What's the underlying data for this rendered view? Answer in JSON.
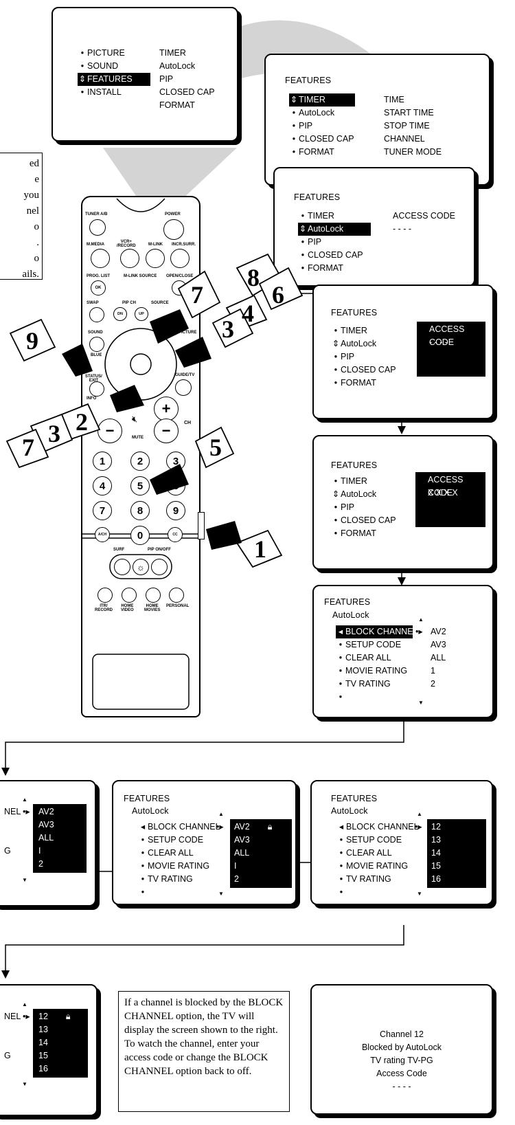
{
  "top_menu": {
    "left": [
      "PICTURE",
      "SOUND",
      "FEATURES",
      "INSTALL"
    ],
    "right": [
      "TIMER",
      "AutoLock",
      "PIP",
      "CLOSED CAP",
      "FORMAT"
    ]
  },
  "screen_timer": {
    "title": "FEATURES",
    "left": [
      "TIMER",
      "AutoLock",
      "PIP",
      "CLOSED CAP",
      "FORMAT"
    ],
    "right": [
      "TIME",
      "START TIME",
      "STOP TIME",
      "CHANNEL",
      "TUNER MODE"
    ]
  },
  "screen_autolock1": {
    "title": "FEATURES",
    "left": [
      "TIMER",
      "AutoLock",
      "PIP",
      "CLOSED CAP",
      "FORMAT"
    ],
    "code_label": "ACCESS CODE",
    "code_value": "- - - -"
  },
  "screen_code_entry": {
    "title": "FEATURES",
    "left": [
      "TIMER",
      "AutoLock",
      "PIP",
      "CLOSED CAP",
      "FORMAT"
    ],
    "code_label": "ACCESS CODE",
    "code_value": "- - - -"
  },
  "screen_code_done": {
    "title": "FEATURES",
    "left": [
      "TIMER",
      "AutoLock",
      "PIP",
      "CLOSED CAP",
      "FORMAT"
    ],
    "code_label": "ACCESS CODE",
    "code_value": "X X X X"
  },
  "screen_autolock_menu": {
    "title": "FEATURES",
    "subtitle": "AutoLock",
    "left": [
      "BLOCK CHANNEL",
      "SETUP CODE",
      "CLEAR ALL",
      "MOVIE RATING",
      "TV RATING"
    ],
    "right": [
      "AV2",
      "AV3",
      "ALL",
      "1",
      "2"
    ]
  },
  "screen_av_highlight": {
    "left_fragments": [
      "NEL",
      "G"
    ],
    "right": [
      "AV2",
      "AV3",
      "ALL",
      "I",
      "2"
    ]
  },
  "screen_av_locked": {
    "title": "FEATURES",
    "subtitle": "AutoLock",
    "left": [
      "BLOCK CHANNEL",
      "SETUP CODE",
      "CLEAR ALL",
      "MOVIE RATING",
      "TV RATING"
    ],
    "right": [
      "AV2",
      "AV3",
      "ALL",
      "I",
      "2"
    ]
  },
  "screen_ch12": {
    "title": "FEATURES",
    "subtitle": "AutoLock",
    "left": [
      "BLOCK CHANNEL",
      "SETUP CODE",
      "CLEAR ALL",
      "MOVIE RATING",
      "TV RATING"
    ],
    "right": [
      "12",
      "13",
      "14",
      "15",
      "16"
    ]
  },
  "screen_ch12_locked": {
    "left_fragments": [
      "NEL",
      "G"
    ],
    "right": [
      "12",
      "13",
      "14",
      "15",
      "16"
    ]
  },
  "left_note_fragments": [
    "ed",
    "e",
    "you",
    "nel",
    "o",
    ".",
    "o",
    "ails."
  ],
  "note_text": "If a channel is blocked by the BLOCK CHANNEL option, the TV will display the screen shown to the right. To watch the channel, enter your access code or change the BLOCK CHANNEL option back to off.",
  "blocked_screen": {
    "line1": "Channel 12",
    "line2": "Blocked by AutoLock",
    "line3": "TV rating TV-PG",
    "line4": "Access Code",
    "line5": "- - - -"
  },
  "remote": {
    "labels": {
      "tuner": "TUNER A/B",
      "power": "POWER",
      "mmedia": "M.MEDIA",
      "vcr": "VCR+\n/RECORD",
      "mlink": "M-LINK",
      "incr": "INCR.SURR.",
      "prog": "PROG. LIST",
      "ok": "OK",
      "mlinksrc": "M-LINK SOURCE",
      "openclose": "OPEN/CLOSE",
      "swap": "SWAP",
      "pipch": "PIP CH",
      "source": "SOURCE",
      "dn": "DN",
      "up": "UP",
      "sound": "SOUND",
      "blue": "BLUE",
      "picture": "PICTURE",
      "status": "STATUS/\nEXIT",
      "info": "INFO",
      "guide": "GUIDE/TV",
      "ch": "CH",
      "mute": "MUTE",
      "ach": "A/CH",
      "cc": "CC",
      "surf": "SURF",
      "pipon": "PIP ON/OFF",
      "itr": "ITR/\nRECORD",
      "homevideo": "HOME\nVIDEO",
      "homemovies": "HOME\nMOVIES",
      "personal": "PERSONAL"
    },
    "digits": [
      "1",
      "2",
      "3",
      "4",
      "5",
      "6",
      "7",
      "8",
      "9",
      "0"
    ]
  },
  "step_tags": {
    "t1": "1",
    "t2": "2",
    "t3a": "3",
    "t3b": "3",
    "t4": "4",
    "t5": "5",
    "t6": "6",
    "t7a": "7",
    "t7b": "7",
    "t8": "8",
    "t9": "9"
  }
}
